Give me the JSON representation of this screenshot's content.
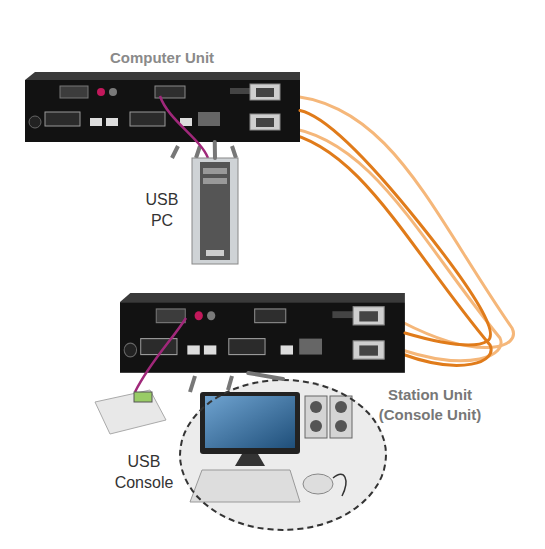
{
  "diagram": {
    "nodes": [
      {
        "text": [
          "Computer Unit"
        ]
      },
      {
        "text": [
          "USB PC"
        ]
      },
      {
        "text": [
          "Station Unit (Console Unit)"
        ]
      },
      {
        "text": [
          "USB Console"
        ]
      }
    ],
    "edges": [
      {
        "from": 0,
        "to": 1,
        "arrow": "none"
      },
      {
        "from": 0,
        "to": 2,
        "arrow": "none"
      },
      {
        "from": 2,
        "to": 3,
        "arrow": "none"
      }
    ]
  }
}
